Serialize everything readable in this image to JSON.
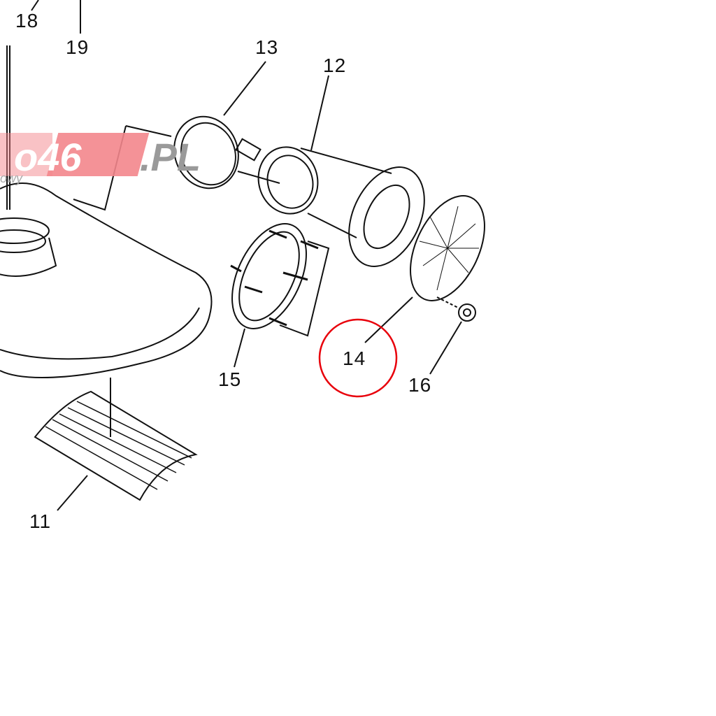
{
  "labels": {
    "p18": "18",
    "p19": "19",
    "p13": "13",
    "p12": "12",
    "p14": "14",
    "p15": "15",
    "p16": "16",
    "p11": "11"
  },
  "watermark": {
    "main": "o46",
    "suffix": ".PL",
    "sub": "owy"
  },
  "colors": {
    "highlight": "#e8000b",
    "watermark_red": "#f3868c",
    "watermark_gray": "#9a9a9a",
    "line": "#111111"
  }
}
